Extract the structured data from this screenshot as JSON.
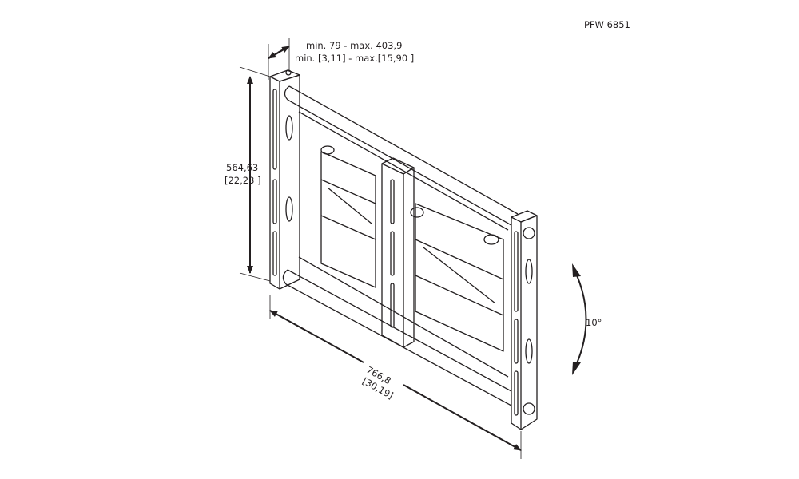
{
  "model": "PFW 6851",
  "depth": {
    "line1": "min. 79 - max. 403,9",
    "line2": "min. [3,11] - max.[15,90 ]"
  },
  "height": {
    "mm": "564,63",
    "inch": "[22,23 ]"
  },
  "width": {
    "mm": "766,8",
    "inch": "[30,19]"
  },
  "tilt": "10°"
}
